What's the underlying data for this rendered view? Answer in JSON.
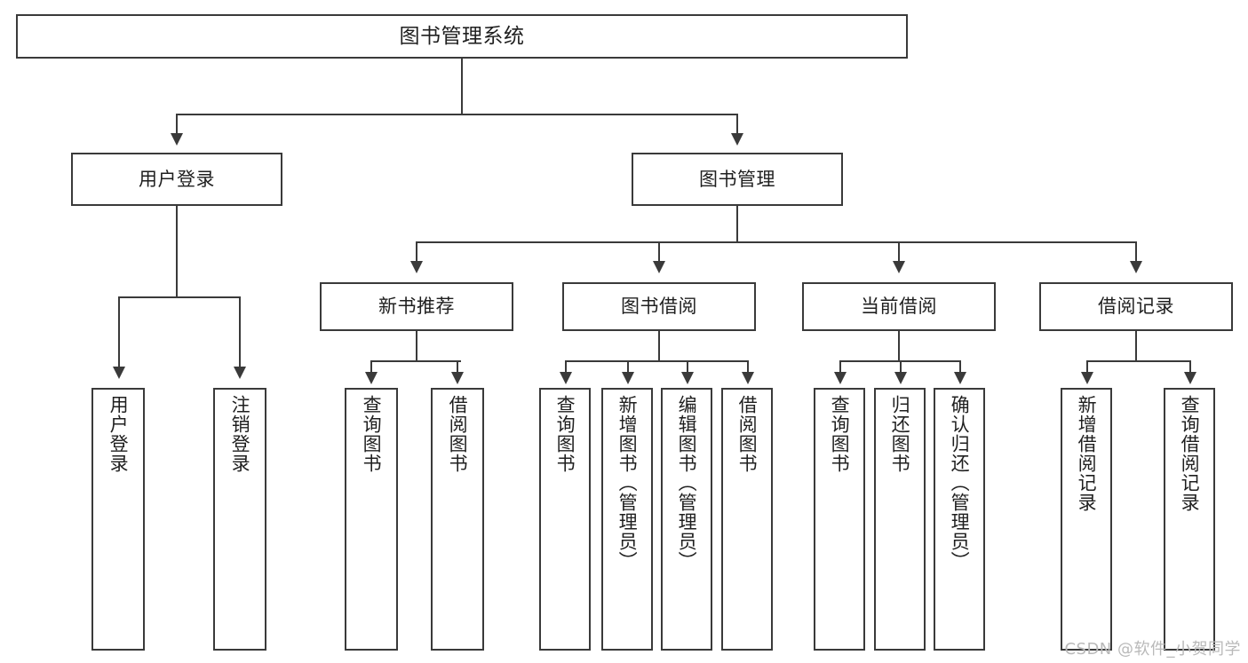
{
  "diagram": {
    "title": "图书管理系统",
    "type": "tree-hierarchy-diagram",
    "watermark": "CSDN @软件_小贺同学",
    "colors": {
      "stroke": "#3a3a3a",
      "text": "#1f1f1f",
      "background": "#ffffff",
      "watermark": "#b9b9b9"
    },
    "root": {
      "label": "图书管理系统"
    },
    "level1": [
      {
        "id": "user-login",
        "label": "用户登录"
      },
      {
        "id": "book-mgmt",
        "label": "图书管理"
      }
    ],
    "level2": [
      {
        "id": "new-rec",
        "label": "新书推荐"
      },
      {
        "id": "borrow",
        "label": "图书借阅"
      },
      {
        "id": "current",
        "label": "当前借阅"
      },
      {
        "id": "record",
        "label": "借阅记录"
      }
    ],
    "leaves": {
      "user-login": [
        {
          "id": "leaf-user-login",
          "label": "用户登录"
        },
        {
          "id": "leaf-user-logout",
          "label": "注销登录"
        }
      ],
      "new-rec": [
        {
          "id": "leaf-query-book-1",
          "label": "查询图书"
        },
        {
          "id": "leaf-borrow-book-1",
          "label": "借阅图书"
        }
      ],
      "borrow": [
        {
          "id": "leaf-query-book-2",
          "label": "查询图书"
        },
        {
          "id": "leaf-add-book",
          "label": "新增图书（管理员）"
        },
        {
          "id": "leaf-edit-book",
          "label": "编辑图书（管理员）"
        },
        {
          "id": "leaf-borrow-book-2",
          "label": "借阅图书"
        }
      ],
      "current": [
        {
          "id": "leaf-query-book-3",
          "label": "查询图书"
        },
        {
          "id": "leaf-return-book",
          "label": "归还图书"
        },
        {
          "id": "leaf-confirm-return",
          "label": "确认归还（管理员）"
        }
      ],
      "record": [
        {
          "id": "leaf-add-record",
          "label": "新增借阅记录"
        },
        {
          "id": "leaf-query-record",
          "label": "查询借阅记录"
        }
      ]
    }
  }
}
